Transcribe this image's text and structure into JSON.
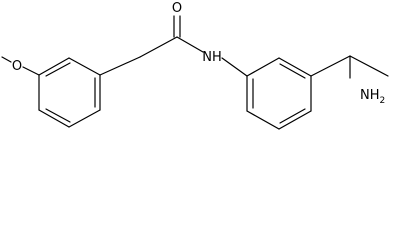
{
  "atom_labels": {
    "oxygen_carbonyl": "O",
    "amide_nh": "NH",
    "methoxy_oxygen": "O",
    "amine_nh2_main": "NH",
    "amine_nh2_sub": "2"
  },
  "colors": {
    "background": "#ffffff",
    "bond": "#000000",
    "label": "#000000"
  }
}
